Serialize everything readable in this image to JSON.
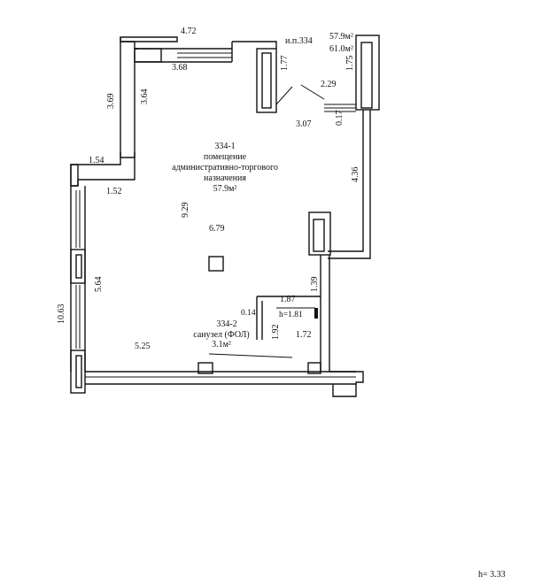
{
  "apartment": {
    "id": "и.п.334",
    "area_main": "57.9м²",
    "area_total": "61.0м²"
  },
  "rooms": [
    {
      "number": "334-1",
      "name_line1": "помещение",
      "name_line2": "административно-торгового",
      "name_line3": "назначения",
      "area": "57.9м²"
    },
    {
      "number": "334-2",
      "name_line1": "санузел (ФОЛ)",
      "area": "3.1м²"
    }
  ],
  "dimensions": {
    "top_outer": "4.72",
    "top_inner": "3.68",
    "right_upper_left": "1.77",
    "right_upper_right": "1.75",
    "door_span": "2.29",
    "inner_step": "0.17",
    "mid_width": "3.07",
    "left_upper_outer": "3.69",
    "left_upper_inner": "3.64",
    "left_step_outer": "1.54",
    "left_step_inner": "1.52",
    "room_height": "9.29",
    "room_width": "6.79",
    "right_wall": "4.36",
    "right_lower": "1.39",
    "left_lower_inner": "5.64",
    "left_total": "10.63",
    "wc_width": "1.87",
    "wc_small": "0.14",
    "wc_door": "h=1.81",
    "wc_depth": "1.92",
    "wc_side": "1.72",
    "bottom_left": "5.25"
  },
  "ceiling_height": "h= 3.33"
}
